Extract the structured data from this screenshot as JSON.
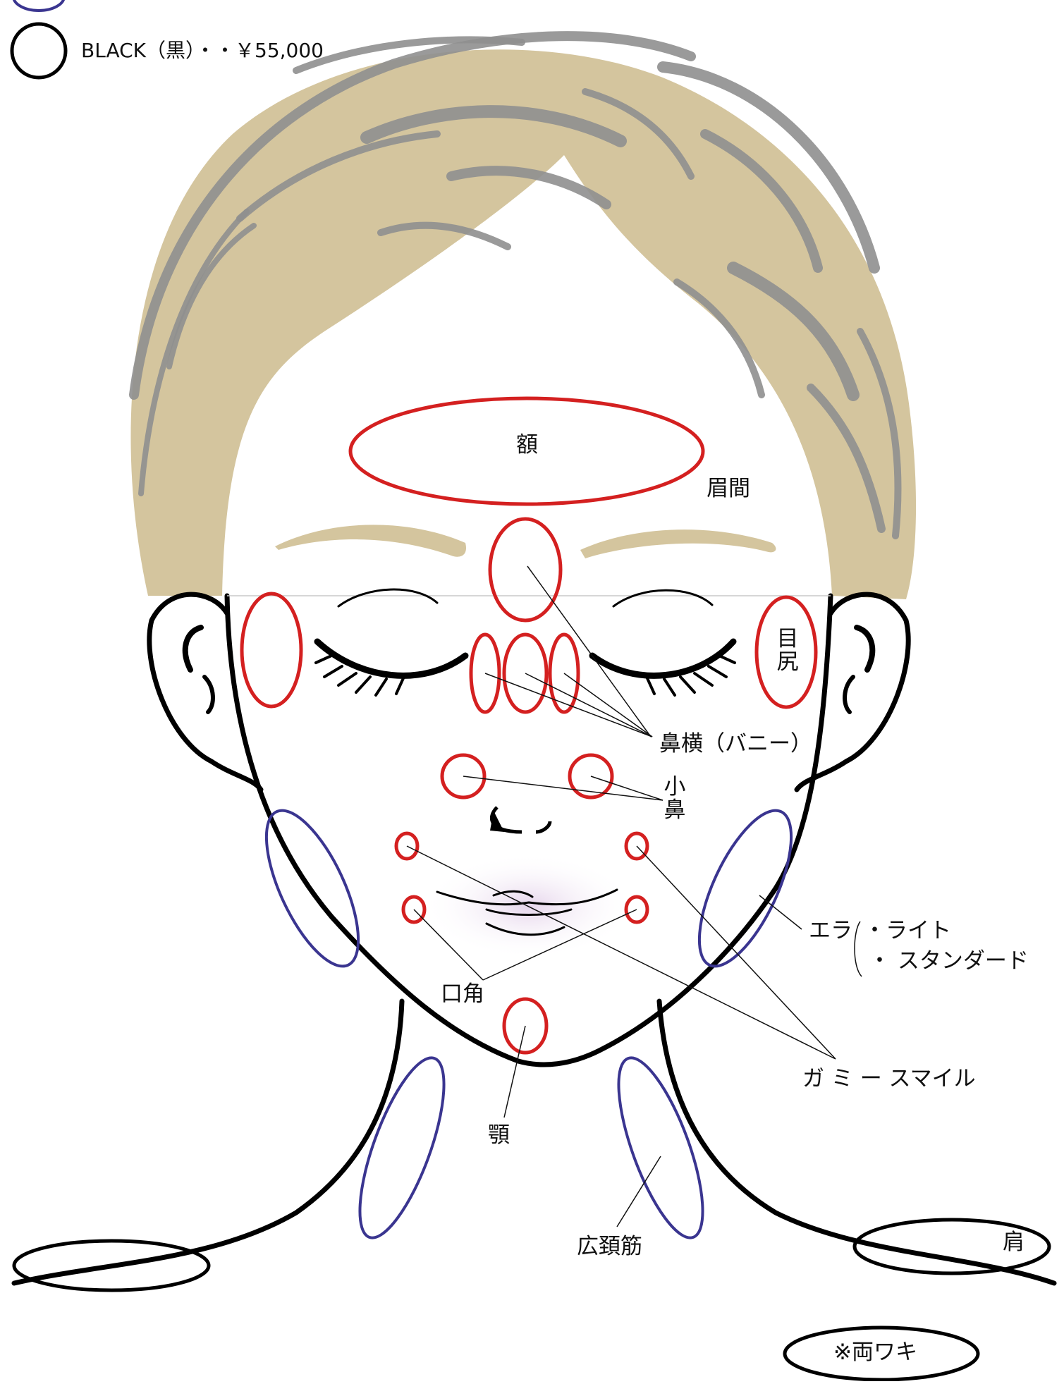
{
  "legend": {
    "black_label": "BLACK（黒）・・￥55,000"
  },
  "labels": {
    "forehead": "額",
    "glabella": "眉間",
    "eye_corner_1": "目",
    "eye_corner_2": "尻",
    "bunny_lines": "鼻横（バニー）",
    "small_nose_1": "小",
    "small_nose_2": "鼻",
    "masseter": "エラ",
    "masseter_light": "・ライト",
    "masseter_standard": "・ スタンダード",
    "mouth_corner": "口角",
    "gummy_smile": "ガ ミ ー スマイル",
    "chin": "顎",
    "platysma": "広頚筋",
    "shoulder": "肩",
    "underarms": "※両ワキ"
  },
  "colors": {
    "hair": "#d4c59e",
    "hair_stroke": "#8f8f8f",
    "outline": "#000000",
    "red_zone": "#d42020",
    "blue_zone": "#3a3590",
    "lip_tint": "#e8d8ec"
  }
}
